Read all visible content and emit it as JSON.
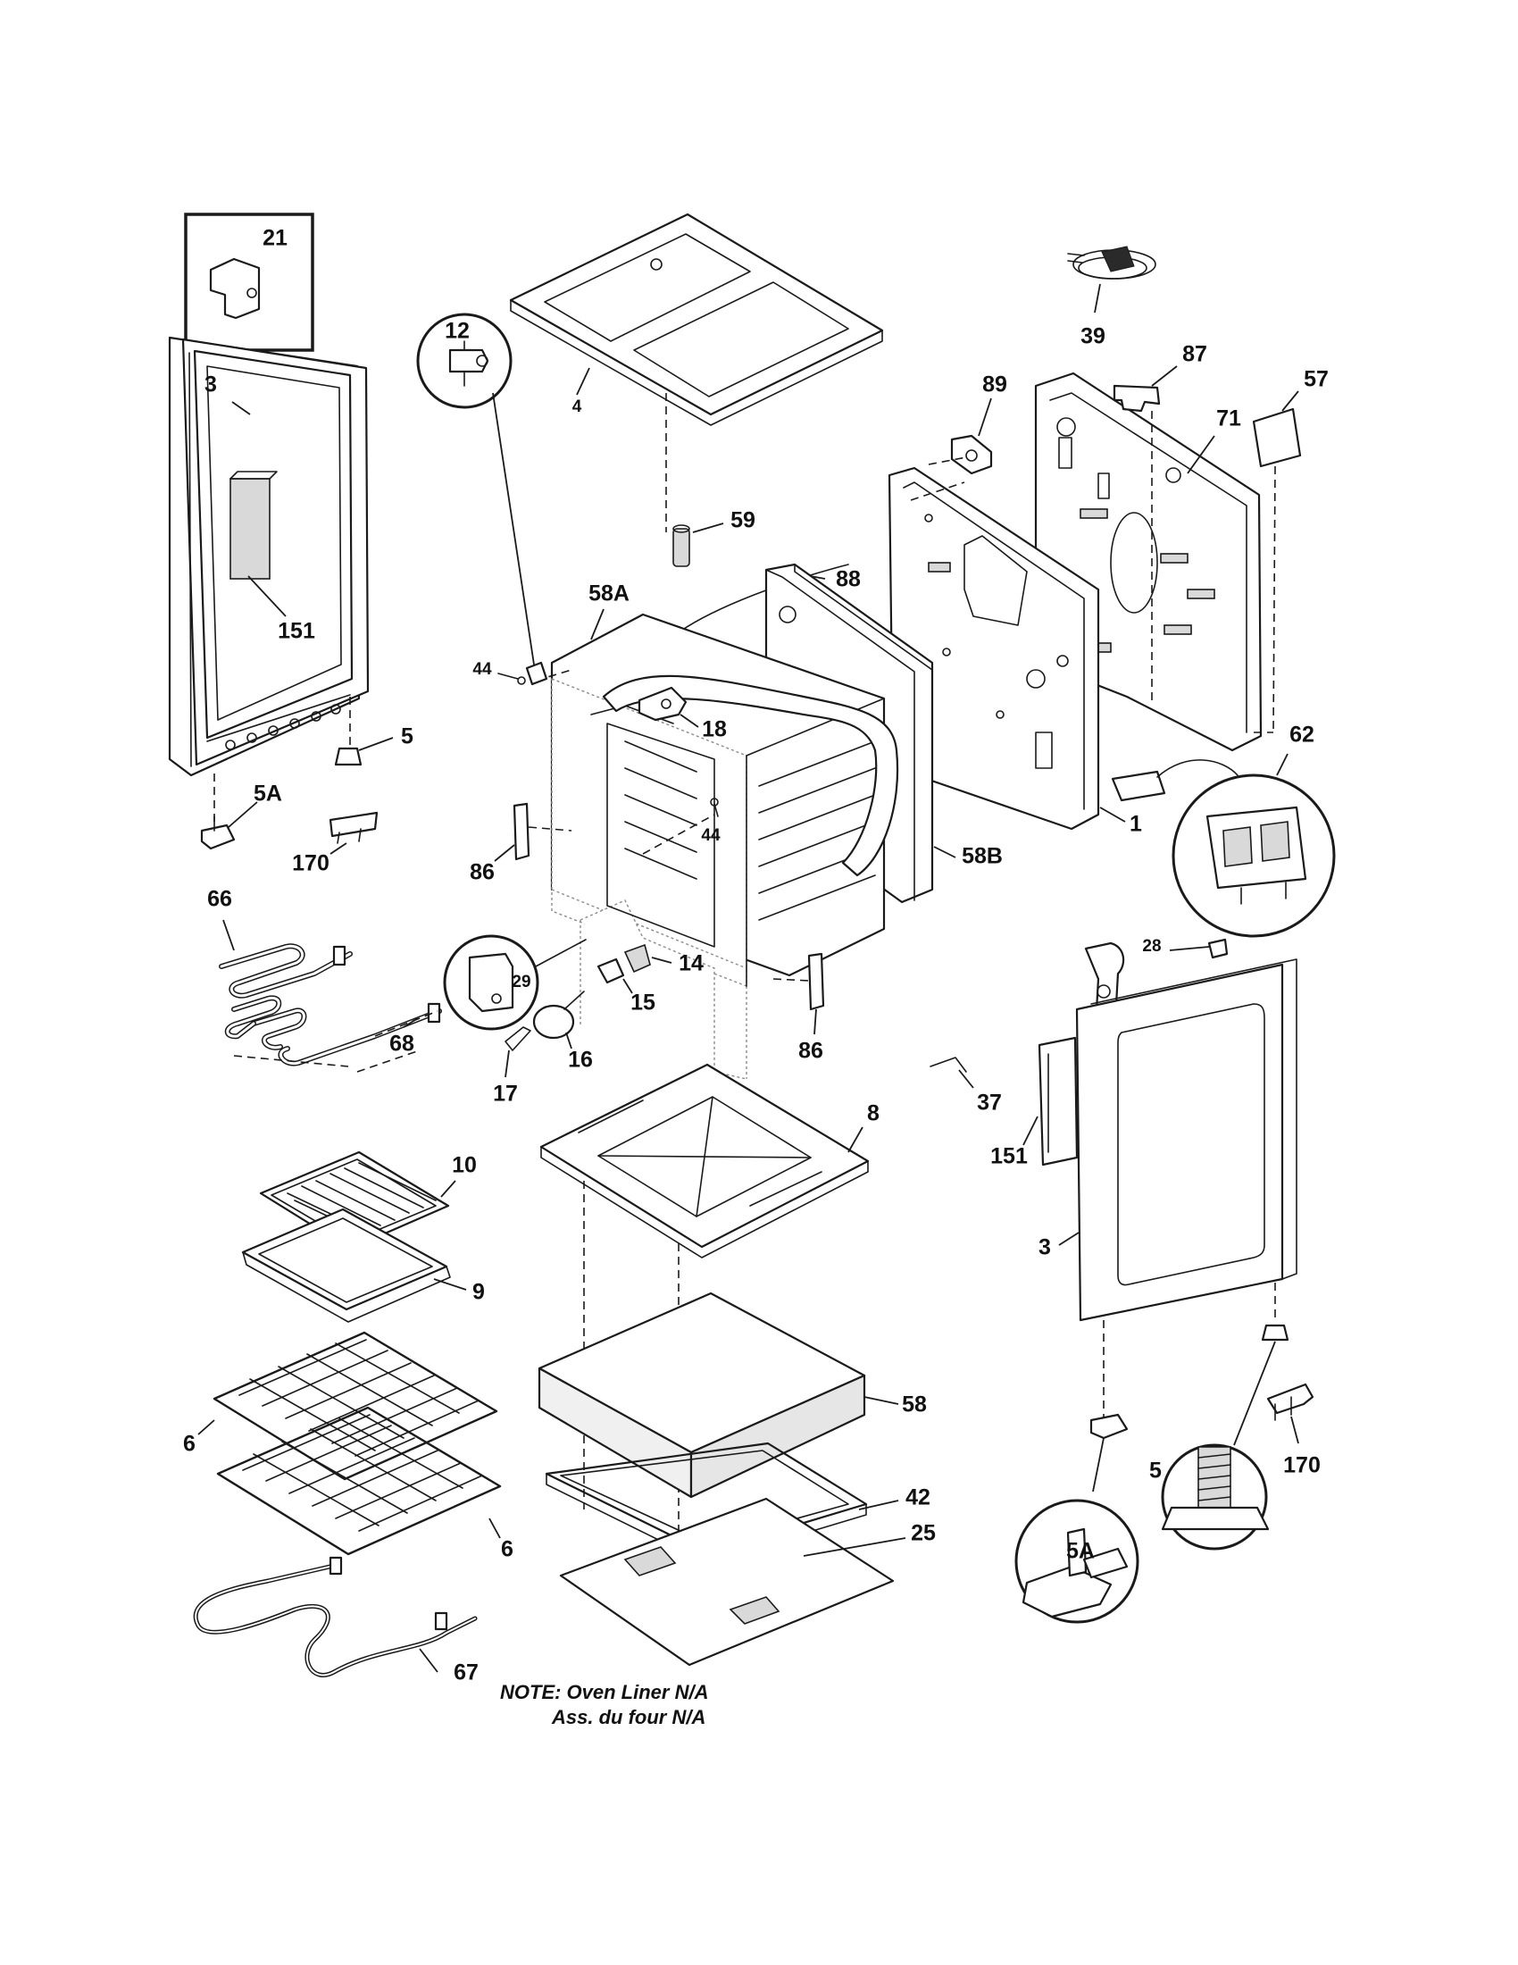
{
  "callouts": {
    "c21": "21",
    "c3_left": "3",
    "c151_left": "151",
    "c5_left": "5",
    "c5A_left": "5A",
    "c170_left": "170",
    "c4": "4",
    "c59": "59",
    "c88": "88",
    "c89": "89",
    "c39": "39",
    "c87": "87",
    "c57": "57",
    "c71": "71",
    "c12": "12",
    "c58A": "58A",
    "c44_a": "44",
    "c18": "18",
    "c44_b": "44",
    "c86_left": "86",
    "c58B": "58B",
    "c1": "1",
    "c62": "62",
    "c66": "66",
    "c68": "68",
    "c29": "29",
    "c14": "14",
    "c15": "15",
    "c16": "16",
    "c17": "17",
    "c86_right": "86",
    "c28": "28",
    "c37": "37",
    "c151_right": "151",
    "c8": "8",
    "c10": "10",
    "c9": "9",
    "c3_right": "3",
    "c58": "58",
    "c42": "42",
    "c6_a": "6",
    "c6_b": "6",
    "c25": "25",
    "c5_right": "5",
    "c5A_right": "5A",
    "c170_right": "170",
    "c67": "67"
  },
  "note": {
    "line1": "NOTE: Oven Liner N/A",
    "line2": "Ass. du four N/A"
  }
}
